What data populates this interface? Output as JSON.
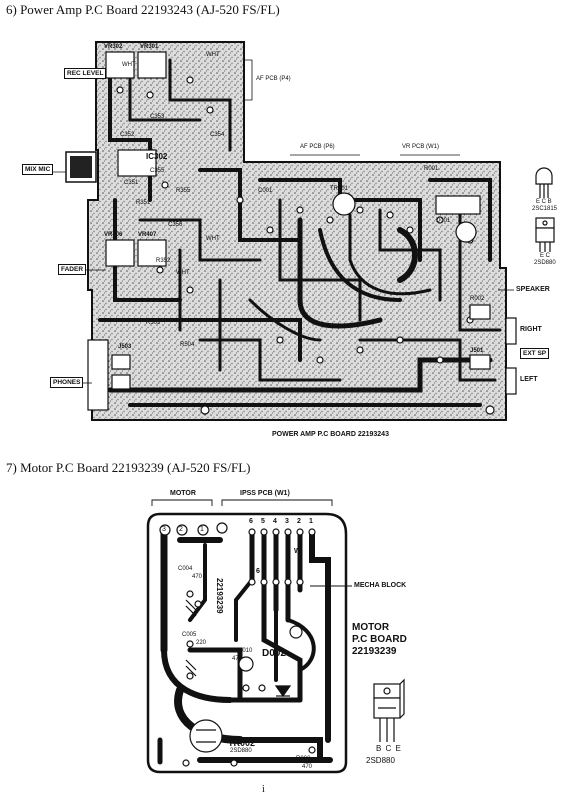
{
  "headings": {
    "power_amp": "6) Power Amp P.C Board 22193243 (AJ-520 FS/FL)",
    "motor": "7) Motor P.C Board 22193239 (AJ-520 FS/FL)"
  },
  "power_amp_board": {
    "side_labels": {
      "rec_level": "REC LEVEL",
      "mix_mic": "MIX MIC",
      "fader": "FADER",
      "phones": "PHONES",
      "speaker": "SPEAKER",
      "right": "RIGHT",
      "ext_sp": "EXT SP",
      "left": "LEFT"
    },
    "pcb_labels": {
      "af_pcb_p4": "AF PCB (P4)",
      "af_pcb_p6": "AF PCB (P6)",
      "vr_pcb_w1": "VR PCB (W1)"
    },
    "components": {
      "vr302": "VR302",
      "vr301": "VR301",
      "vr406": "VR406",
      "vr407": "VR407",
      "c352": "C352",
      "c351": "C351",
      "c353": "C353",
      "c354": "C354",
      "c355": "C355",
      "c356": "C356",
      "ic302": "IC302",
      "r355": "R355",
      "r351": "R351",
      "r352": "R352",
      "r503": "R503",
      "r504": "R504",
      "j503": "J503",
      "j501": "J501",
      "r001": "R001",
      "r002": "R002",
      "c001": "C001",
      "tr001": "TR001",
      "d001": "D001",
      "wht": "WHT",
      "wht2": "WHT",
      "wht3": "WHT",
      "wht4": "WHT"
    },
    "board_caption": "POWER AMP P.C BOARD 22193243"
  },
  "transistors_top": {
    "t1_pins": "E C B",
    "t1_name": "2SC1815",
    "t2_pins": "E C",
    "t2_name": "2SD880"
  },
  "motor_board": {
    "motor_label": "MOTOR",
    "ipss_label": "IPSS PCB (W1)",
    "terminal_numbers": [
      "6",
      "5",
      "4",
      "3",
      "2",
      "1"
    ],
    "left_pins": [
      "3",
      "2",
      "1"
    ],
    "lower_terminal": "6",
    "mecha_block": "MECHA BLOCK",
    "board_title_line1": "MOTOR",
    "board_title_line2": "P.C BOARD",
    "board_title_line3": "22193239",
    "pcb_number": "22193239",
    "c004": "C004",
    "c004_value": "470",
    "c005": "C005",
    "c005_value": "220",
    "c010": "C010",
    "c010_value": "47",
    "d002": "D002",
    "tr002": "TR002",
    "tr002_type": "2SD880",
    "r002": "R002",
    "r002_value": "470",
    "w": "W"
  },
  "transistor_bottom": {
    "pins": "B C E",
    "name": "2SD880"
  },
  "footer_mark": "i"
}
